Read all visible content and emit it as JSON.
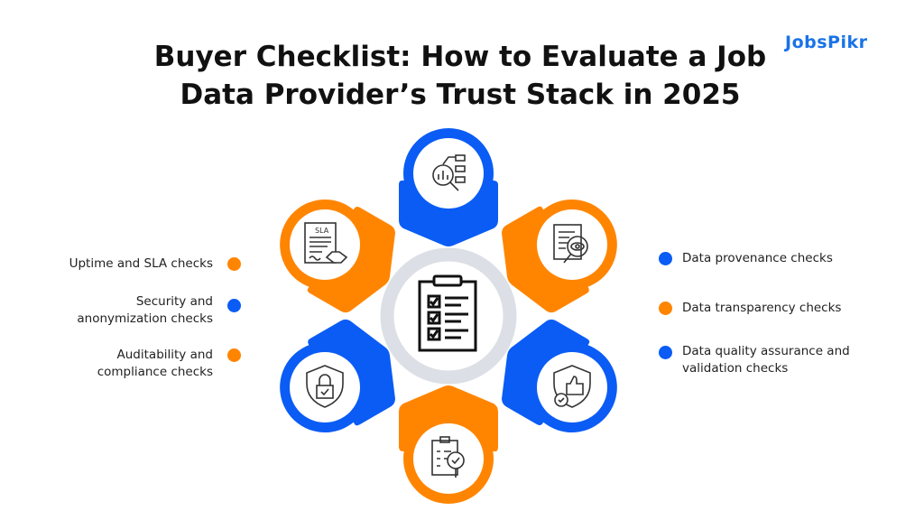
{
  "title": "Buyer Checklist: How to Evaluate a Job Data Provider’s Trust Stack in 2025",
  "logo": "JobsPikr",
  "colors": {
    "blue": "#0a5cf5",
    "orange": "#ff8500",
    "ring": "#dcdfe5"
  },
  "center_icon": "clipboard-checklist-icon",
  "left_items": [
    {
      "label": "Uptime and SLA checks",
      "color": "#ff8500",
      "icon": "sla-document-handshake-icon"
    },
    {
      "label": "Security and anonymization checks",
      "color": "#0a5cf5",
      "icon": "shield-lock-icon"
    },
    {
      "label": "Auditability and compliance checks",
      "color": "#ff8500",
      "icon": "clipboard-magnifier-icon"
    }
  ],
  "right_items": [
    {
      "label": "Data provenance checks",
      "color": "#0a5cf5",
      "icon": "analytics-magnifier-icon"
    },
    {
      "label": "Data transparency checks",
      "color": "#ff8500",
      "icon": "document-eye-icon"
    },
    {
      "label": "Data quality assurance and validation checks",
      "color": "#0a5cf5",
      "icon": "shield-thumbs-up-icon"
    }
  ],
  "sla_text": "SLA"
}
